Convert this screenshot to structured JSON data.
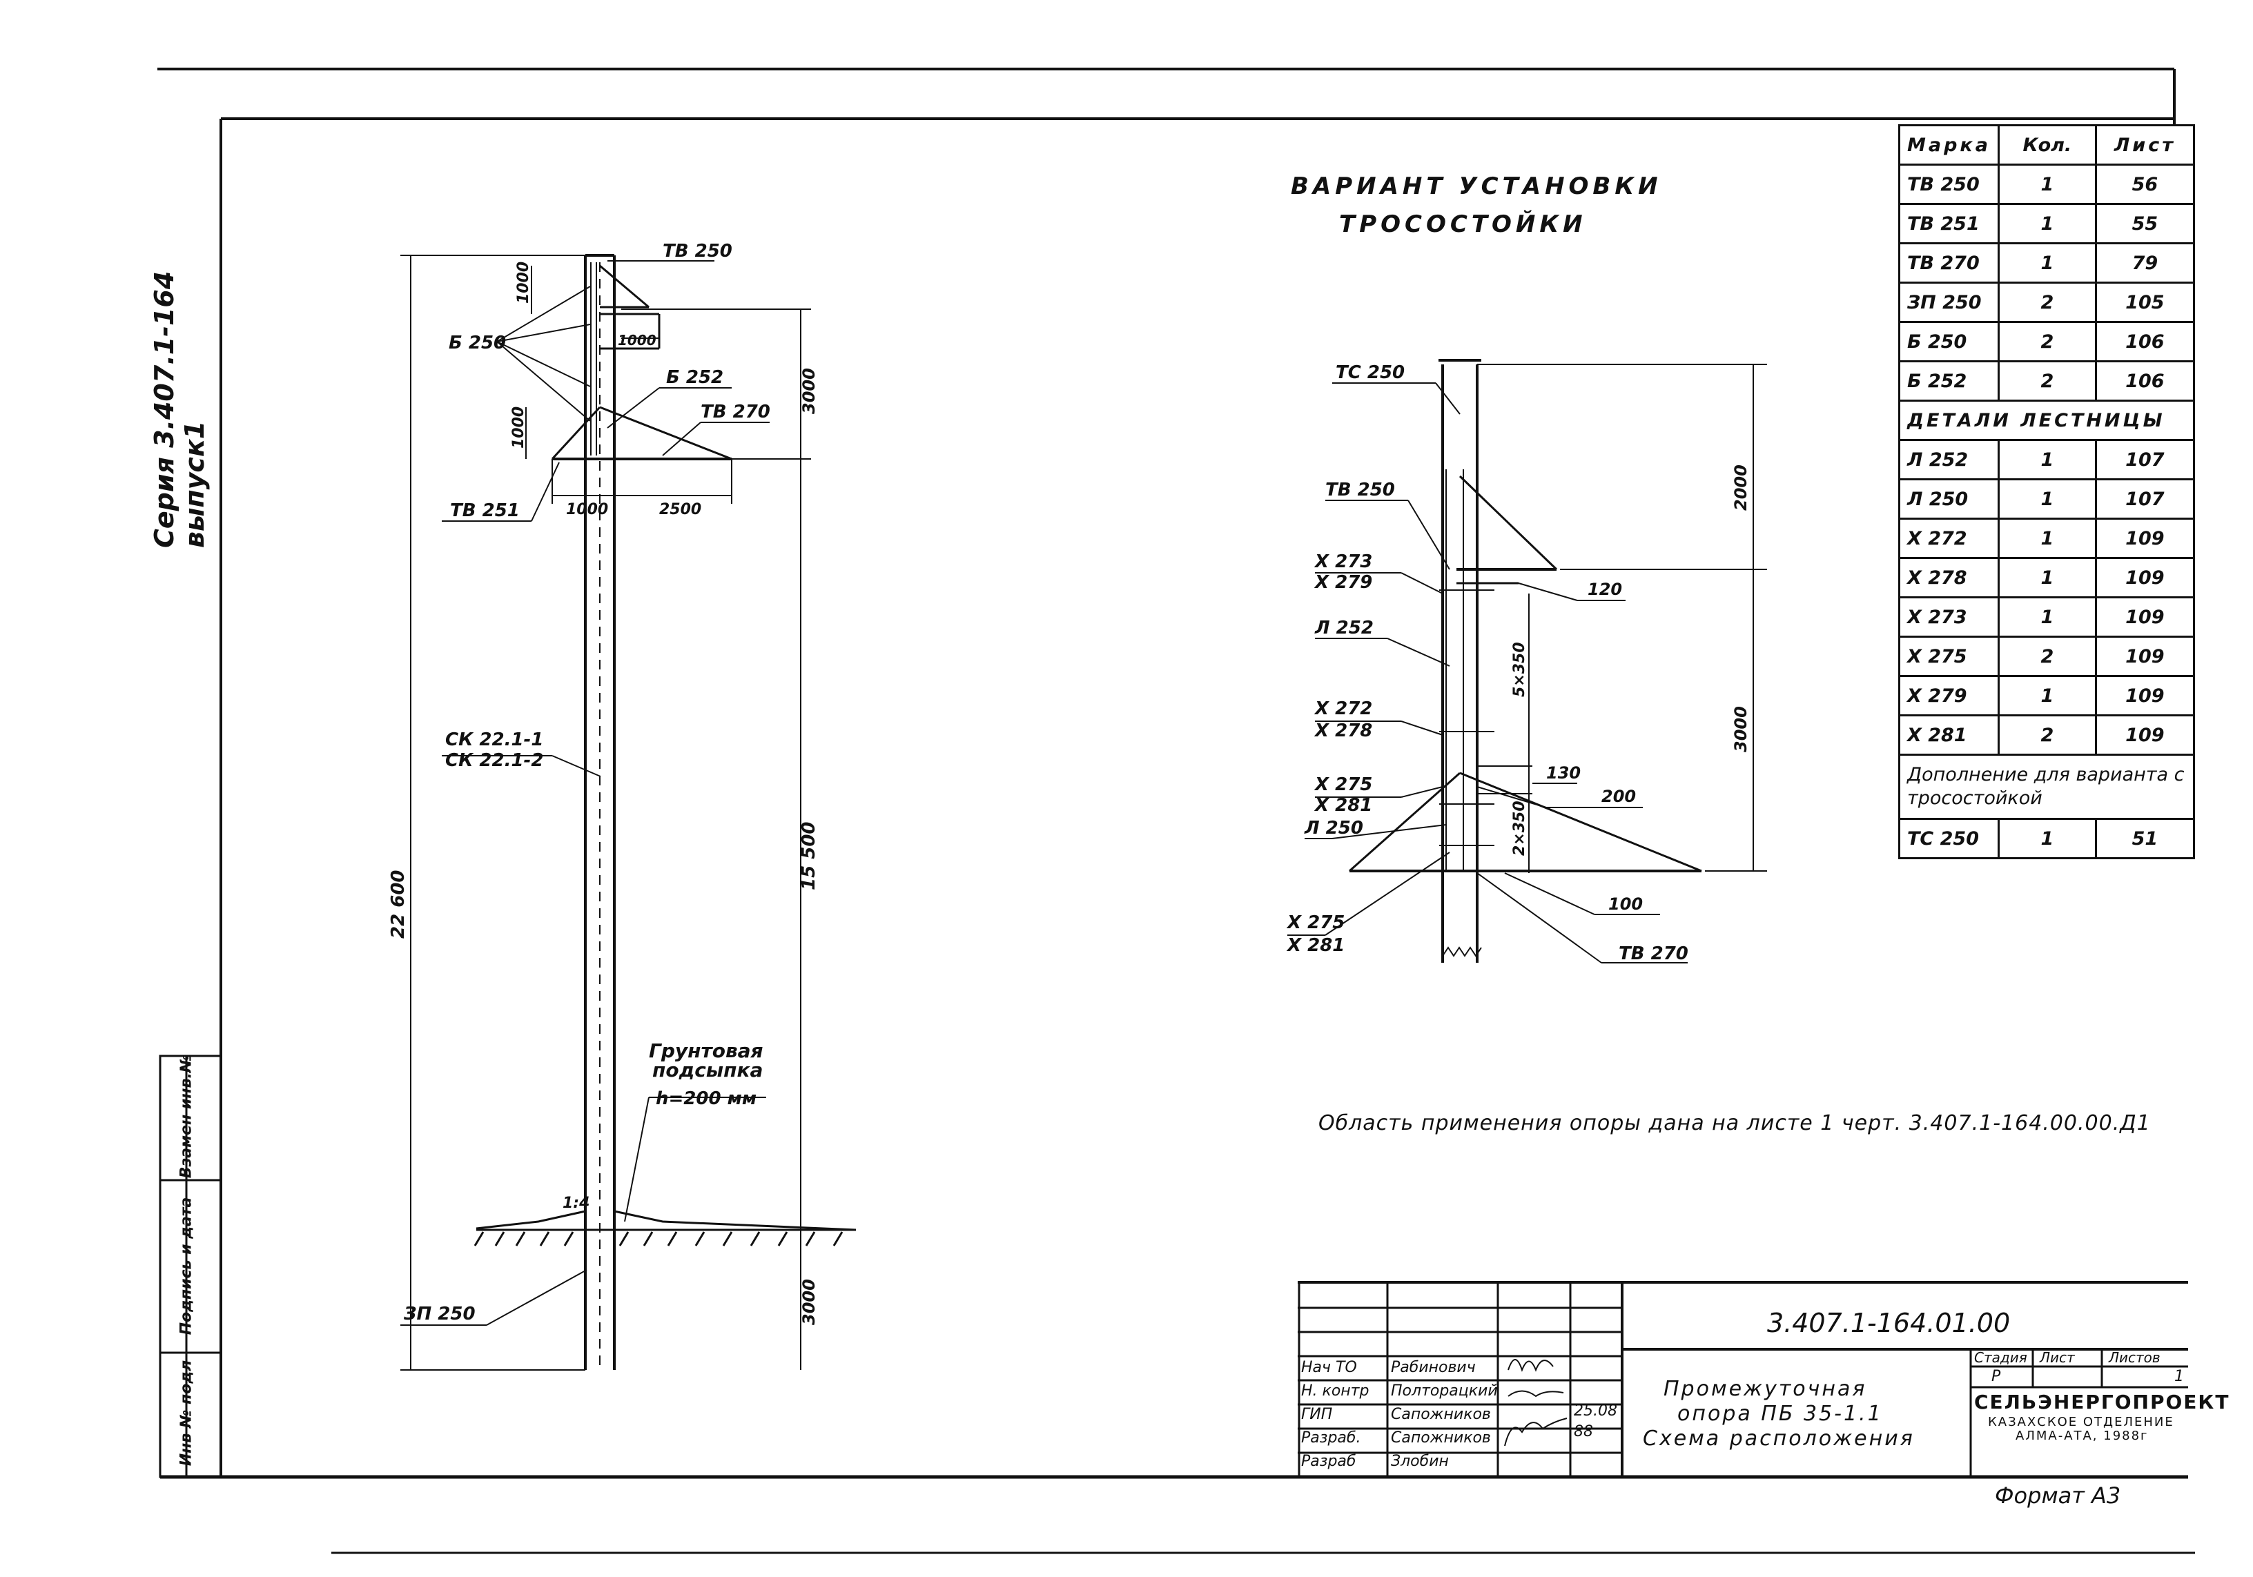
{
  "series_title": "Серия 3.407.1-164 выпуск1",
  "side_stamp": [
    "Инв № подл",
    "Подпись и дата",
    "Взамен инв.№"
  ],
  "main_diagram": {
    "labels": {
      "tv250": "ТВ 250",
      "b250": "Б 250",
      "b252": "Б 252",
      "tv270": "ТВ 270",
      "tv251": "ТВ 251",
      "sk1": "СК 22.1-1",
      "sk2": "СК 22.1-2",
      "zp250": "ЗП 250",
      "slope": "1:4",
      "soil1": "Грунтовая",
      "soil2": "подсыпка",
      "soil3": "h=200 мм"
    },
    "dims": {
      "d1000a": "1000",
      "d1000b": "1000",
      "d1000c": "1000",
      "d1000d": "1000",
      "d2500": "2500",
      "d3000top": "3000",
      "d22600": "22 600",
      "d15500": "15 500",
      "d3000bot": "3000"
    }
  },
  "variant": {
    "title1": "ВАРИАНТ УСТАНОВКИ",
    "title2": "ТРОСОСТОЙКИ",
    "labels": {
      "tc250": "ТС 250",
      "tv250": "ТВ 250",
      "x273": "Х 273",
      "x279": "Х 279",
      "l252": "Л 252",
      "x272": "Х 272",
      "x278": "Х 278",
      "x275": "Х 275",
      "x281": "Х 281",
      "l250": "Л 250",
      "x275b": "Х 275",
      "x281b": "Х 281",
      "tv270": "ТВ 270"
    },
    "dims": {
      "d120": "120",
      "d130": "130",
      "d200": "200",
      "d100": "100",
      "d2000": "2000",
      "d3000": "3000",
      "d5x350": "5×350",
      "d2x350": "2×350"
    }
  },
  "spec_table": {
    "headers": [
      "Марка",
      "Кол.",
      "Лист"
    ],
    "rows": [
      [
        "ТВ 250",
        "1",
        "56"
      ],
      [
        "ТВ 251",
        "1",
        "55"
      ],
      [
        "ТВ 270",
        "1",
        "79"
      ],
      [
        "ЗП 250",
        "2",
        "105"
      ],
      [
        "Б 250",
        "2",
        "106"
      ],
      [
        "Б 252",
        "2",
        "106"
      ]
    ],
    "section1": "ДЕТАЛИ ЛЕСТНИЦЫ",
    "rows2": [
      [
        "Л 252",
        "1",
        "107"
      ],
      [
        "Л 250",
        "1",
        "107"
      ],
      [
        "Х 272",
        "1",
        "109"
      ],
      [
        "Х 278",
        "1",
        "109"
      ],
      [
        "Х 273",
        "1",
        "109"
      ],
      [
        "Х 275",
        "2",
        "109"
      ],
      [
        "Х 279",
        "1",
        "109"
      ],
      [
        "Х 281",
        "2",
        "109"
      ]
    ],
    "section2": "Дополнение для варианта с тросостойкой",
    "rows3": [
      [
        "ТС 250",
        "1",
        "51"
      ]
    ]
  },
  "note": "Область применения опоры дана на листе 1 черт. 3.407.1-164.00.00.Д1",
  "title_block": {
    "doc_number": "3.407.1-164.01.00",
    "roles": [
      "Нач ТО",
      "Н. контр",
      "ГИП",
      "Разраб.",
      "Разраб"
    ],
    "names": [
      "Рабинович",
      "Полторацкий",
      "Сапожников",
      "Сапожников",
      "Злобин"
    ],
    "date": "25.08 88",
    "title_lines": [
      "Промежуточная",
      "опора ПБ 35-1.1",
      "Схема расположения"
    ],
    "stage_label": "Стадия",
    "sheet_label": "Лист",
    "sheets_label": "Листов",
    "stage": "Р",
    "sheets": "1",
    "org1": "СЕЛЬЭНЕРГОПРОЕКТ",
    "org2": "КАЗАХСКОЕ ОТДЕЛЕНИЕ",
    "org3": "АЛМА-АТА, 1988г",
    "format": "Формат А3"
  }
}
